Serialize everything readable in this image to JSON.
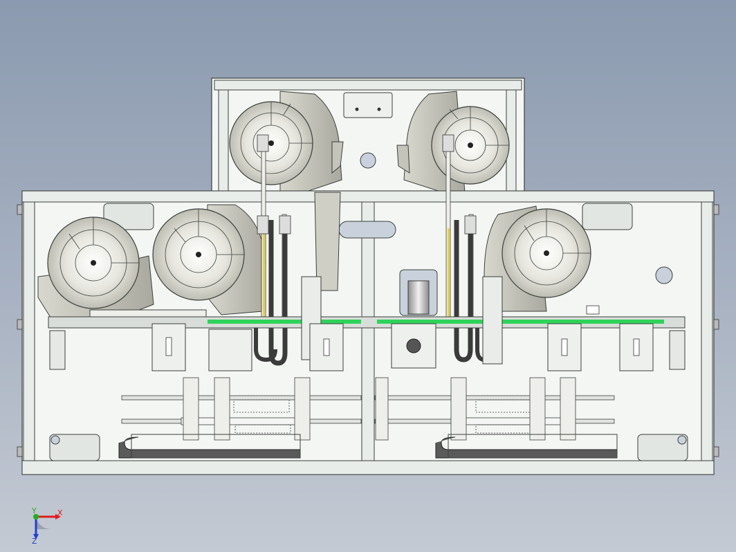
{
  "viewport": {
    "background_top": "#8b9ab0",
    "background_bottom": "#c4cad3"
  },
  "colors": {
    "frame": "#e9ede9",
    "frame_edge": "#3a3f3a",
    "panel": "#f4f6f4",
    "bowl": "#cfcfc6",
    "bowl_light": "#ecece6",
    "rail": "#2fd35a",
    "yellow_rod": "#e8d23a",
    "dark_tube": "#3b3b3b",
    "axis_x": "#e11b1b",
    "axis_y": "#1fb01f",
    "axis_z": "#1f3fd6"
  },
  "triad": {
    "x_label": "X",
    "y_label": "Y",
    "z_label": "Z"
  }
}
